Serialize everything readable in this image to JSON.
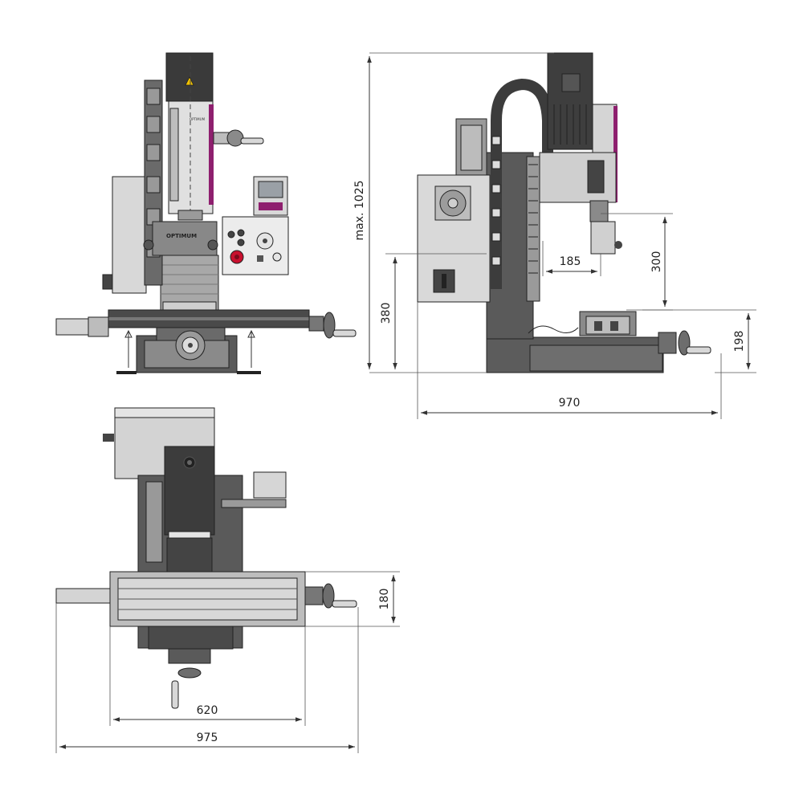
{
  "dimensions": {
    "height_max": "max. 1025",
    "head_to_table": "300",
    "spindle_reach": "185",
    "table_height": "380",
    "table_to_base": "198",
    "depth": "970",
    "table_width": "180",
    "table_travel": "620",
    "overall_width": "975"
  },
  "machine": {
    "brand": "OPTIMUM",
    "head_label": "OPTIMUM"
  },
  "colors": {
    "dark": "#3f3f3f",
    "mid": "#8c8c8c",
    "light": "#c9c9c9",
    "pale": "#e6e6e6",
    "accent": "#8e1f6e",
    "estop": "#c8102e",
    "line": "#222222"
  }
}
